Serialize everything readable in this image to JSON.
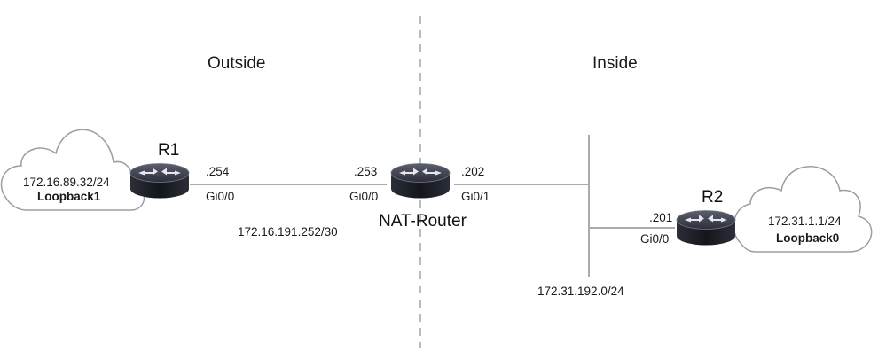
{
  "zones": {
    "outside": "Outside",
    "inside": "Inside"
  },
  "routers": {
    "r1": {
      "name": "R1",
      "ip_host": ".254",
      "interface": "Gi0/0"
    },
    "nat": {
      "name": "NAT-Router",
      "ip_outside": ".253",
      "if_outside": "Gi0/0",
      "ip_inside": ".202",
      "if_inside": "Gi0/1"
    },
    "r2": {
      "name": "R2",
      "ip_host": ".201",
      "interface": "Gi0/0"
    }
  },
  "clouds": {
    "left": {
      "address": "172.16.89.32/24",
      "interface": "Loopback1"
    },
    "right": {
      "address": "172.31.1.1/24",
      "interface": "Loopback0"
    }
  },
  "networks": {
    "outside_link": "172.16.191.252/30",
    "inside_lan": "172.31.192.0/24"
  },
  "colors": {
    "router_top": "#3a3d4a",
    "router_body": "#1d1f27",
    "cloud_stroke": "#9a9da3",
    "link": "#a9abaf",
    "divider": "#b8bbbf"
  },
  "icons": [
    "cloud-icon",
    "router-icon"
  ]
}
